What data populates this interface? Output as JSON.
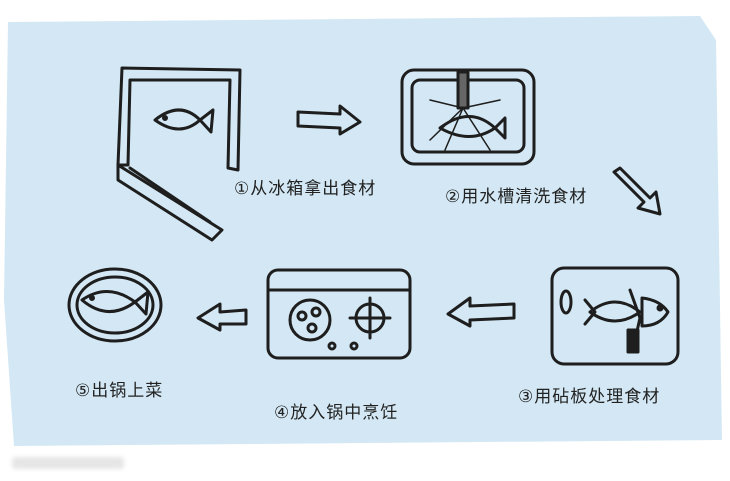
{
  "steps": [
    {
      "label": "①从冰箱拿出食材"
    },
    {
      "label": "②用水槽清洗食材"
    },
    {
      "label": "③用砧板处理食材"
    },
    {
      "label": "④放入锅中烹饪"
    },
    {
      "label": "⑤出锅上菜"
    }
  ],
  "colors": {
    "background": "#d3e8f4",
    "ink": "#1e1e1e"
  }
}
